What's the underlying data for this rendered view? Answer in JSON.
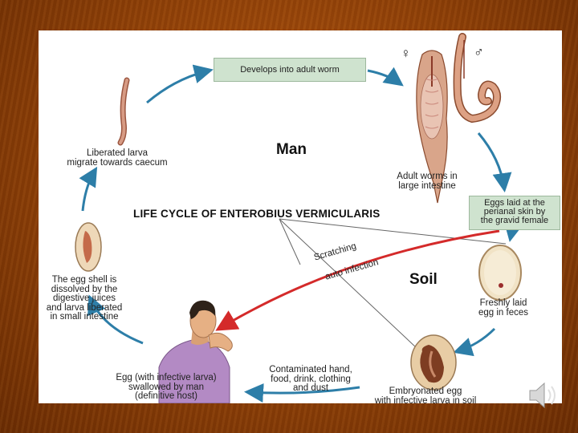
{
  "diagram": {
    "title": "LIFE CYCLE OF ENTEROBIUS VERMICULARIS",
    "host_label": "Man",
    "soil_label": "Soil",
    "boxes": {
      "adult_worm": "Develops into adult worm",
      "eggs_laid": [
        "Eggs laid at the",
        "perianal skin by",
        "the gravid female"
      ]
    },
    "labels": {
      "adult_worms": [
        "Adult worms in",
        "large intestine"
      ],
      "liberated_larva": [
        "Liberated larva",
        "migrate towards caecum"
      ],
      "egg_shell": [
        "The egg shell is",
        "dissolved by the",
        "digestive juices",
        "and larva liberated",
        "in small intestine"
      ],
      "egg_swallowed": [
        "Egg (with infective larva)",
        "swallowed by man",
        "(definitive host)"
      ],
      "contaminated": [
        "Contaminated hand,",
        "food, drink, clothing",
        "and dust"
      ],
      "embryonated": [
        "Embryonated egg",
        "with infective larva in soil"
      ],
      "freshly_laid": [
        "Freshly laid",
        "egg in feces"
      ],
      "scratching": "Scratching",
      "auto_infection": "auto infection",
      "female_symbol": "♀",
      "male_symbol": "♂"
    },
    "colors": {
      "cycle_arrow": "#2d7ea8",
      "autoinfection_arrow": "#d42a2a",
      "box_fill": "#cfe3cf"
    }
  }
}
